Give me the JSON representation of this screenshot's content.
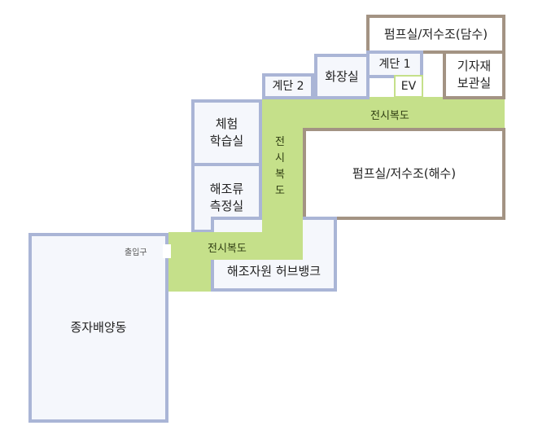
{
  "rooms": {
    "pump_fresh": "펌프실/저수조(담수)",
    "stairs1": "계단 1",
    "storage": "기자재\n보관실",
    "restroom": "화장실",
    "stairs2": "계단 2",
    "ev": "EV",
    "experience": "체험\n학습실",
    "algae": "해조류\n측정실",
    "pump_sea": "펌프실/저수조(해수)",
    "hub_bank": "해조자원 허브뱅크",
    "seed_culture": "종자배양동"
  },
  "corridors": {
    "top": "전시복도",
    "vertical_chars": [
      "전",
      "시",
      "복",
      "도"
    ],
    "bottom": "전시복도"
  },
  "entrance": "출입구",
  "colors": {
    "corridor_green": "#c5e08a",
    "room_blue_border": "#aab5d6",
    "room_brown_border": "#a39383",
    "room_fill": "#f5f7fc"
  }
}
